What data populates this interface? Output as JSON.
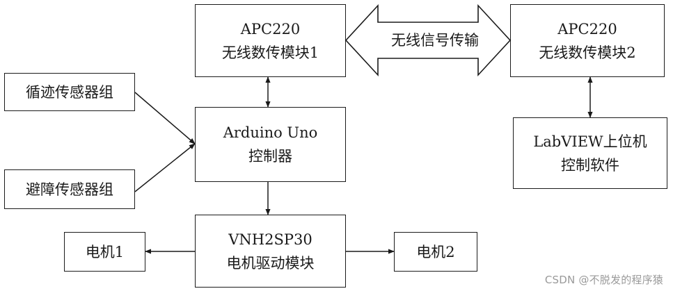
{
  "boxes": {
    "apc220_module1": {
      "line1": "APC220",
      "line2": "无线数传模块1"
    },
    "apc220_module2": {
      "line1": "APC220",
      "line2": "无线数传模块2"
    },
    "tracking_sensors": {
      "label": "循迹传感器组"
    },
    "obstacle_sensors": {
      "label": "避障传感器组"
    },
    "controller": {
      "line1": "Arduino Uno",
      "line2": "控制器"
    },
    "labview": {
      "line1": "LabVIEW上位机",
      "line2": "控制软件"
    },
    "motor_driver": {
      "line1": "VNH2SP30",
      "line2": "电机驱动模块"
    },
    "motor1": {
      "label": "电机1"
    },
    "motor2": {
      "label": "电机2"
    }
  },
  "wireless_link": {
    "label": "无线信号传输"
  },
  "watermark": "CSDN @不脱发的程序猿"
}
